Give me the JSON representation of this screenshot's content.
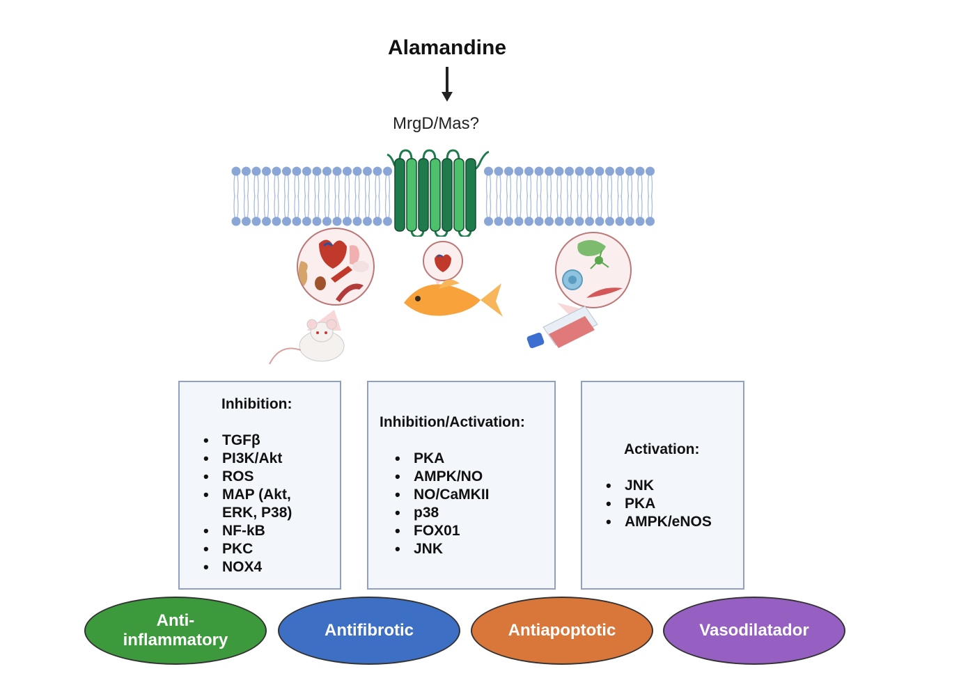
{
  "title": "Alamandine",
  "receptor_label": "MrgD/Mas?",
  "icons": {
    "mouse": "mouse-model-icon",
    "fish": "goldfish-model-icon",
    "flask": "cell-culture-flask-icon",
    "organs": "organs-icon",
    "heart": "heart-icon",
    "cells": "cells-icon"
  },
  "boxes": [
    {
      "heading": "Inhibition:",
      "items": [
        "TGFβ",
        "PI3K/Akt",
        "ROS",
        "MAP (Akt,",
        "ERK, P38)",
        "NF-kB",
        "PKC",
        "NOX4"
      ]
    },
    {
      "heading": "Inhibition/Activation:",
      "items": [
        "PKA",
        "AMPK/NO",
        "NO/CaMKII",
        "p38",
        "FOX01",
        "JNK"
      ]
    },
    {
      "heading": "Activation:",
      "items": [
        "JNK",
        "PKA",
        "AMPK/eNOS"
      ]
    }
  ],
  "effects": [
    {
      "line1": "Anti-",
      "line2": "inflammatory",
      "color": "#3c9a3c"
    },
    {
      "line1": "Antifibrotic",
      "line2": "",
      "color": "#3d70c4"
    },
    {
      "line1": "Antiapoptotic",
      "line2": "",
      "color": "#d9763a"
    },
    {
      "line1": "Vasodilatador",
      "line2": "",
      "color": "#9560c2"
    }
  ],
  "colors": {
    "membrane_head": "#8aa6d6",
    "membrane_tail": "#a9bce0",
    "receptor_dark": "#1f7a4c",
    "receptor_light": "#4cc06a",
    "box_border": "#8fa0c4",
    "box_fill": "#f3f6fb"
  }
}
